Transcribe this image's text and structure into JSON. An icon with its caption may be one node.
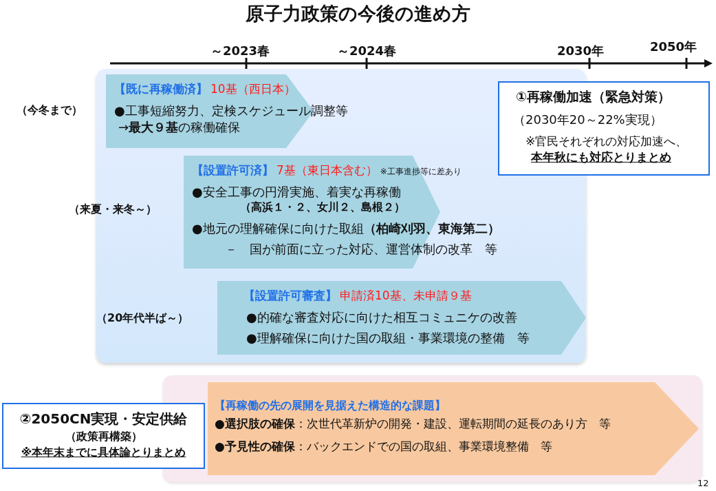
{
  "diagram": {
    "title": "原子力政策の今後の進め方",
    "nodes": [
      {
        "text": [],
        "shape": "box"
      },
      {
        "text": [
          "【既に再稼働済】",
          "10基（西日本）",
          "●工事短縮努力、定検スケジュール調整等",
          "→**最大９基**の稼働確保"
        ],
        "in": 0
      },
      {
        "text": [
          "【設置許可済】",
          "7基（東日本含む）",
          "※工事進捗等に差あり",
          "●安全工事の円滑実施、着実な再稼働",
          "（高浜１・２、女川２、島根２）",
          "●地元の理解確保に向けた取組**（柏崎刈羽、東海第二）**",
          "－　国が前面に立った対応、運営体制の改革　等"
        ],
        "in": 0
      },
      {
        "text": [
          "【設置許可審査】",
          "申請済10基、未申請９基",
          "●的確な審査対応に向けた相互コミュニケの改善",
          "●理解確保に向けた国の取組・事業環境の整備　等"
        ],
        "in": 0
      },
      {
        "text": [
          "①再稼働加速（緊急対策）",
          "（2030年20～22%実現）",
          "※官民それぞれの対応加速へ、",
          "本年秋にも対応とりまとめ"
        ]
      },
      {
        "text": [],
        "shape": "box"
      },
      {
        "text": [
          "【再稼働の先の展開を見据えた構造的な課題】",
          "●**選択肢の確保**：次世代革新炉の開発・建設、運転期間の延長のあり方　等",
          "●**予見性の確保**：バックエンドでの国の取組、事業環境整備　等"
        ],
        "in": 5
      },
      {
        "text": [
          "②2050CN実現・安定供給",
          "（政策再構築）",
          "※本年末までに具体論とりまとめ"
        ]
      }
    ],
    "labels": [
      "～2023春",
      "～2024春",
      "2030年",
      "2050年",
      "（今冬まで）",
      "（来夏・来冬～）",
      "（20年代半ば～）",
      "12"
    ]
  }
}
